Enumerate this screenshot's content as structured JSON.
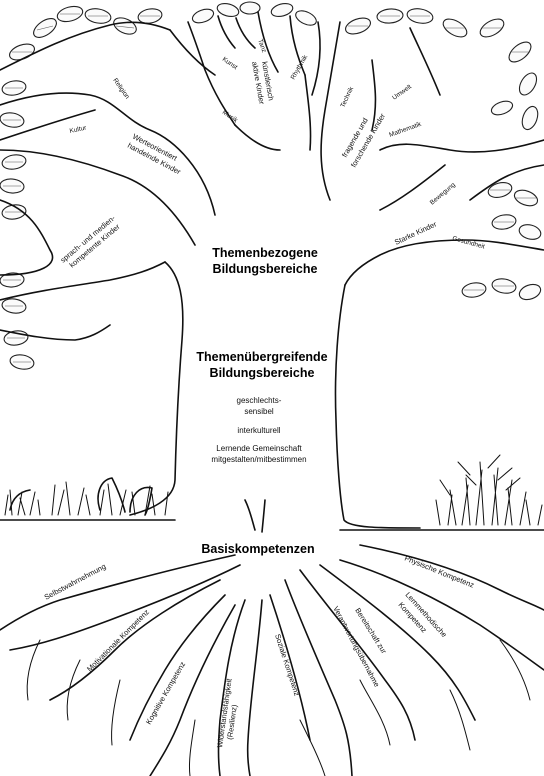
{
  "headings": {
    "themenbezogene_1": "Themenbezogene",
    "themenbezogene_2": "Bildungsbereiche",
    "uebergreifende_1": "Themenübergreifende",
    "uebergreifende_2": "Bildungsbereiche",
    "basis": "Basiskompetenzen"
  },
  "crosscutting": {
    "g1": "geschlechts-",
    "g2": "sensibel",
    "inter": "interkulturell",
    "lg1": "Lernende Gemeinschaft",
    "lg2": "mitgestalten/mitbestimmen"
  },
  "branches": {
    "werteorientiert_1": "Werteorientiert",
    "werteorientiert_2": "handelnde Kinder",
    "religion": "Religion",
    "kultur": "Kultur",
    "sprach_1": "sprach- und medien-",
    "sprach_2": "kompetente Kinder",
    "kunst": "Kunst",
    "tanz": "Tanz",
    "kuenstlerisch_1": "künstlerisch",
    "kuenstlerisch_2": "aktive Kinder",
    "musik": "Musik",
    "rhythmik": "Rhythmik",
    "technik": "Technik",
    "umwelt": "Umwelt",
    "fragende_1": "fragende und",
    "fragende_2": "forschende Kinder",
    "mathematik": "Mathematik",
    "bewegung": "Bewegung",
    "starke": "Starke Kinder",
    "gesundheit": "Gesundheit"
  },
  "roots": {
    "selbst": "Selbstwahrnehmung",
    "motiv": "Motivationale Kompetenz",
    "kogn": "Kognitive Kompetenz",
    "wid_1": "Widerstandsfähigkeit",
    "wid_2": "(Resilienz)",
    "sozial": "Soziale Kompetenz",
    "bereit_1": "Bereitschaft zur",
    "bereit_2": "Verantwortungsübernahme",
    "lern_1": "Lernmethodische",
    "lern_2": "Kompetenz",
    "phys": "Physische Kompetenz"
  }
}
